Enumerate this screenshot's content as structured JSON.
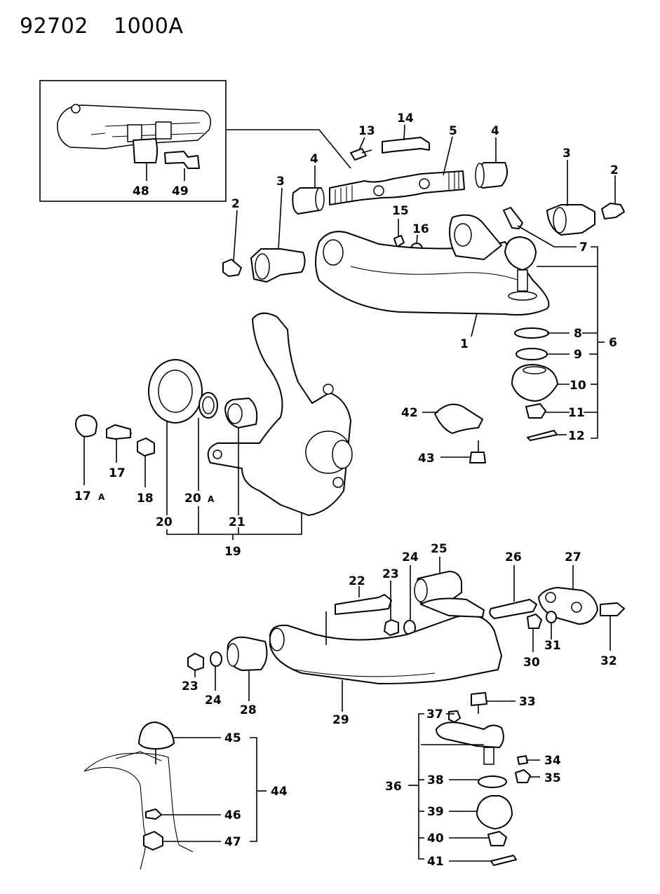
{
  "header": {
    "code1": "92702",
    "code2": "1000A"
  },
  "callouts": {
    "c1": "1",
    "c2a": "2",
    "c2b": "2",
    "c3a": "3",
    "c3b": "3",
    "c4a": "4",
    "c4b": "4",
    "c5": "5",
    "c6": "6",
    "c7": "7",
    "c8": "8",
    "c9": "9",
    "c10": "10",
    "c11": "11",
    "c12": "12",
    "c13": "13",
    "c14": "14",
    "c15": "15",
    "c16": "16",
    "c17": "17",
    "c17a": "17",
    "c17a_suffix": "A",
    "c18": "18",
    "c19": "19",
    "c20": "20",
    "c20a": "20",
    "c20a_suffix": "A",
    "c21": "21",
    "c22": "22",
    "c23a": "23",
    "c23b": "23",
    "c24a": "24",
    "c24b": "24",
    "c25": "25",
    "c26": "26",
    "c27": "27",
    "c28": "28",
    "c29": "29",
    "c30": "30",
    "c31": "31",
    "c32": "32",
    "c33": "33",
    "c34": "34",
    "c35": "35",
    "c36": "36",
    "c37": "37",
    "c38": "38",
    "c39": "39",
    "c40": "40",
    "c41": "41",
    "c42": "42",
    "c43": "43",
    "c44": "44",
    "c45": "45",
    "c46": "46",
    "c47": "47",
    "c48": "48",
    "c49": "49"
  }
}
